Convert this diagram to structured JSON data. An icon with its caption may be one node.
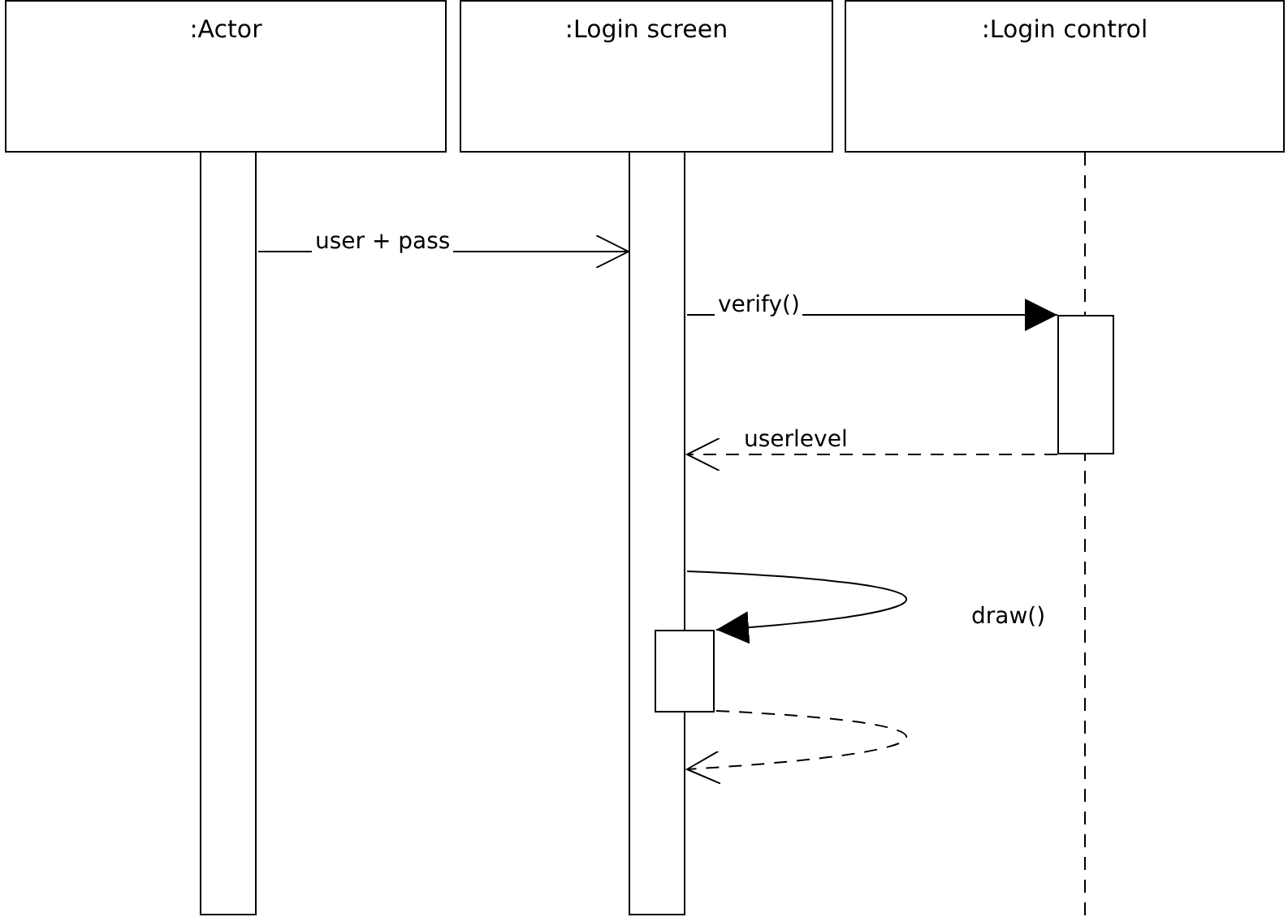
{
  "diagram": {
    "nodes": [
      {
        "text": [
          ":Actor"
        ]
      },
      {
        "text": [
          ":Login screen"
        ]
      },
      {
        "text": [
          ":Login control"
        ]
      },
      {
        "text": [],
        "shape": "bar"
      },
      {
        "text": [],
        "shape": "bar"
      },
      {
        "text": [],
        "shape": "bar"
      },
      {
        "text": [],
        "shape": "bar"
      }
    ],
    "edges": [
      {
        "from": 3,
        "to": 4,
        "arrow": "to",
        "label": "user + pass"
      },
      {
        "from": 4,
        "to": 5,
        "arrow": "to",
        "label": "verify()"
      },
      {
        "from": 5,
        "to": 4,
        "arrow": "to",
        "label": "userlevel",
        "style": "dashed"
      },
      {
        "from": 4,
        "to": 6,
        "arrow": "to",
        "label": "draw()"
      },
      {
        "from": 6,
        "to": 4,
        "arrow": "to",
        "style": "dashed"
      }
    ]
  }
}
